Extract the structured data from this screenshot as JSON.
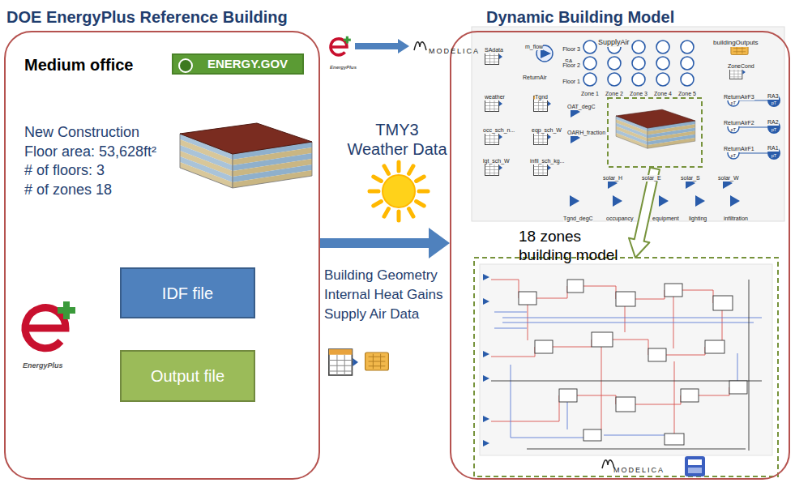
{
  "diagram": {
    "nodes": [
      {
        "text": [
          "DOE EnergyPlus Reference Building",
          "Medium office",
          "New Construction",
          "Floor area: 53,628ft²",
          "# of floors: 3",
          "# of zones 18"
        ]
      },
      {
        "text": [
          "ENERGY.GOV"
        ],
        "in": 0
      },
      {
        "text": [
          "IDF file"
        ],
        "in": 0
      },
      {
        "text": [
          "Output file"
        ],
        "in": 0
      },
      {
        "text": [
          "Dynamic Building Model"
        ]
      }
    ],
    "edges": [
      {
        "from": 0,
        "to": 4,
        "arrow": "to"
      }
    ],
    "labels": [
      "EnergyPlus",
      "MODELICA",
      "TMY3 Weather Data",
      "Building Geometry",
      "Internal Heat Gains",
      "Supply Air Data",
      "EnergyPlus",
      "SupplyAir",
      "buildingOutputs",
      "ZoneCond",
      "SAdata",
      "m_flow",
      "SA",
      "ReturnAir",
      "Floor 3",
      "Floor 2",
      "Floor 1",
      "Zone 1",
      "Zone 2",
      "Zone 3",
      "Zone 4",
      "Zone 5",
      "weather",
      "Tgnd",
      "OAT_degC",
      "OARH_fraction",
      "occ_sch_n...",
      "eqp_sch_W",
      "lgt_sch_W",
      "infil_sch_kg...",
      "ReturnAirF3",
      "ReturnAirF2",
      "ReturnAirF1",
      "RA3",
      "RA2",
      "RA1",
      "pT",
      "pT",
      "pT",
      "pT",
      "pT",
      "pT",
      "solar_H",
      "solar_E",
      "solar_S",
      "solar_W",
      "Tgnd_degC",
      "occupancy",
      "equipment",
      "lighting",
      "infiltration",
      "18 zones building model",
      "MODELICA"
    ]
  }
}
